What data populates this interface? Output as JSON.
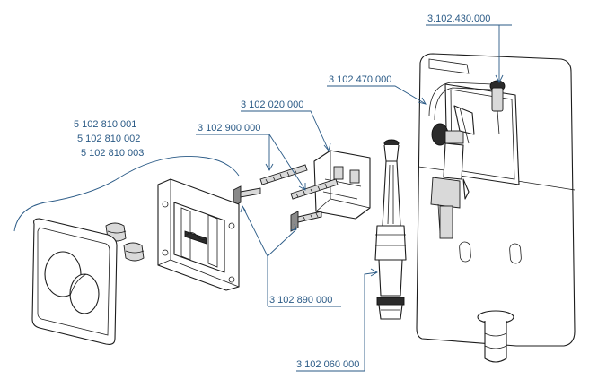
{
  "labels": {
    "cistern": "3.102.430.000",
    "fill_valve": "3 102 470 000",
    "bracket": "3 102 020 000",
    "bolts": "3 102 900 000",
    "plate_1": "5 102 810 001",
    "plate_2": "5 102 810 002",
    "plate_3": "5 102 810 003",
    "screws": "3 102 890 000",
    "flush_valve": "3 102 060 000"
  },
  "colors": {
    "callout": "#2a5a86",
    "line": "#1c1c1c"
  }
}
